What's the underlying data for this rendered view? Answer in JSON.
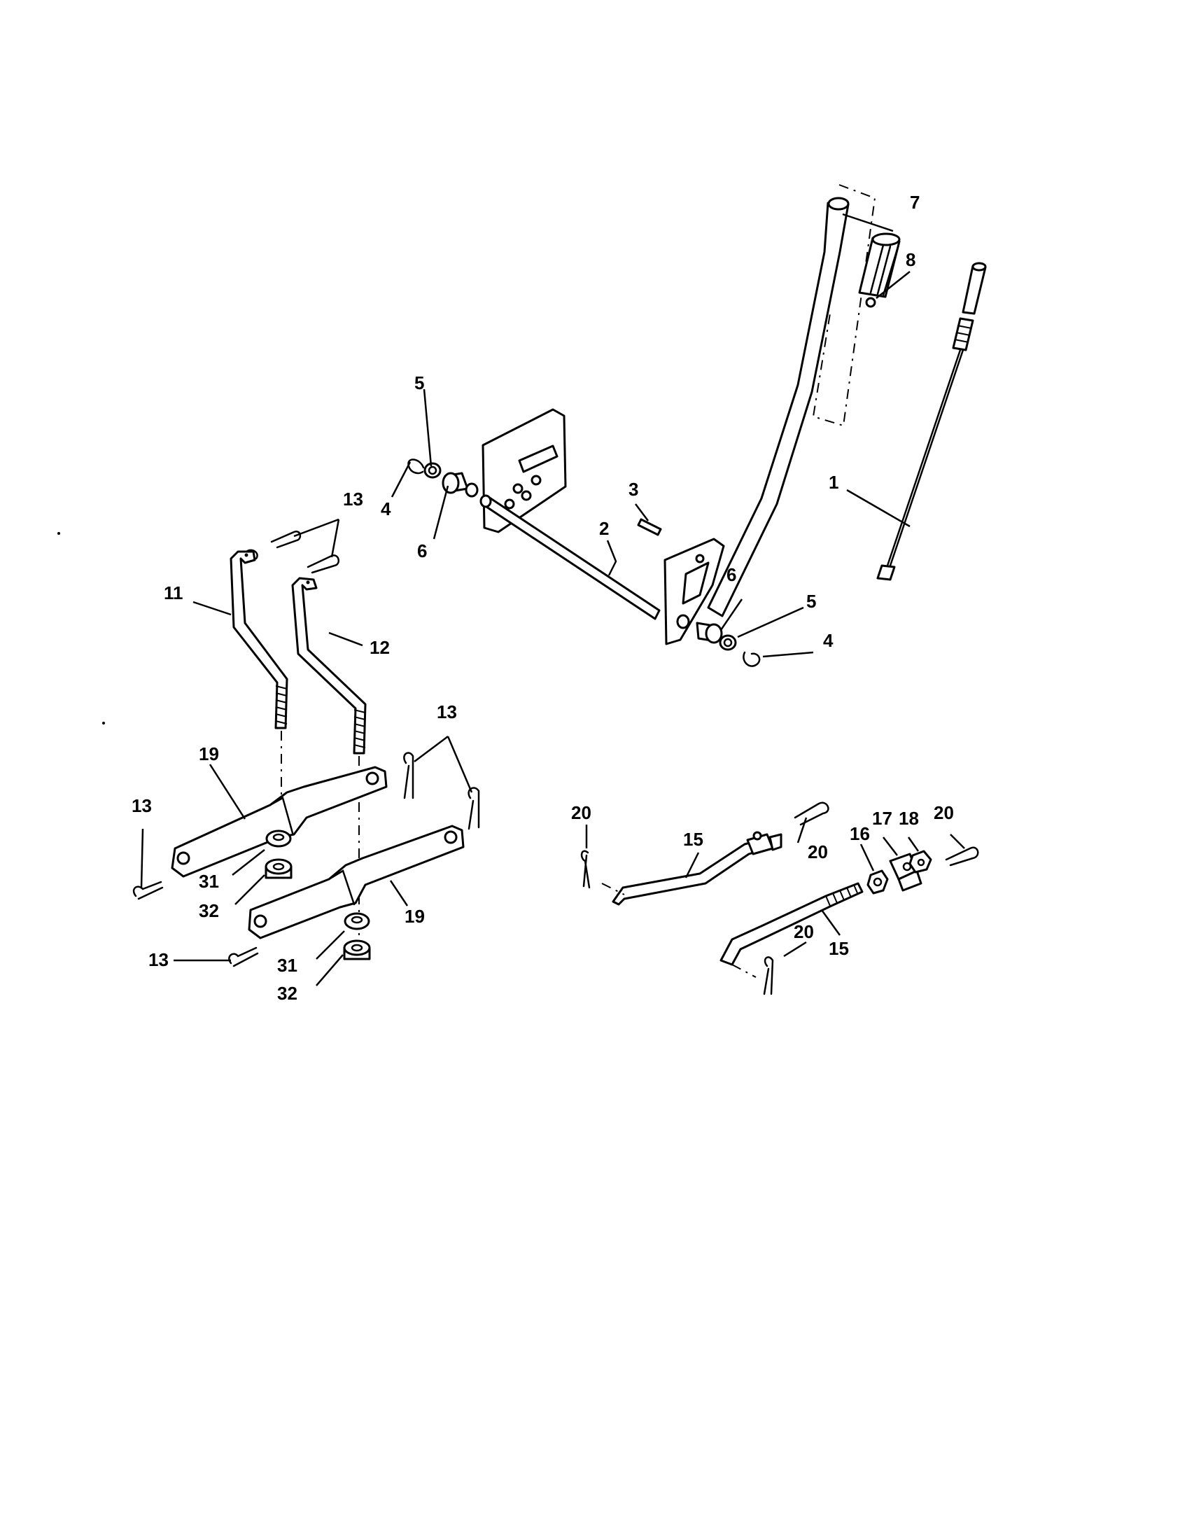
{
  "diagram": {
    "callouts": [
      "1",
      "2",
      "3",
      "4",
      "4",
      "5",
      "5",
      "6",
      "6",
      "7",
      "8",
      "11",
      "12",
      "13",
      "13",
      "13",
      "13",
      "15",
      "15",
      "16",
      "17",
      "18",
      "19",
      "19",
      "20",
      "20",
      "20",
      "20",
      "31",
      "31",
      "32",
      "32"
    ],
    "colors": {
      "ink": "#000000",
      "paper": "#ffffff"
    }
  }
}
